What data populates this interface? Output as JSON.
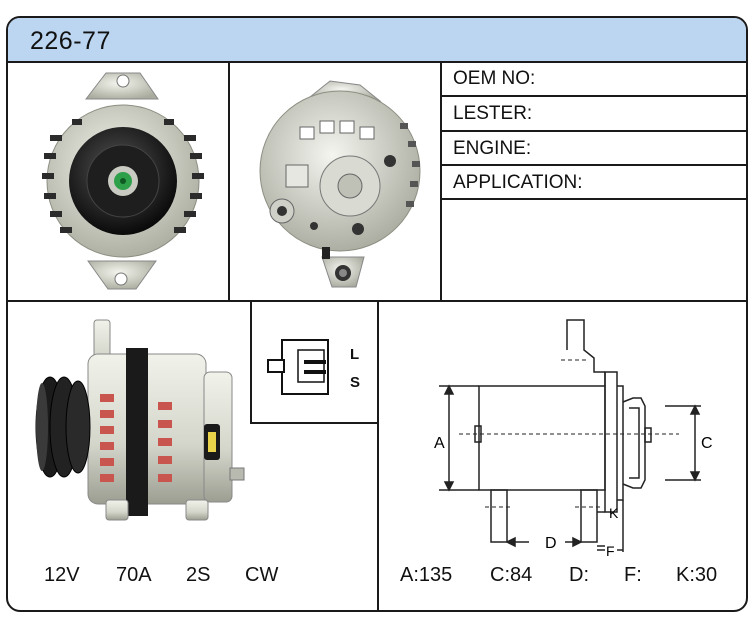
{
  "header": {
    "model": "226-77"
  },
  "info_fields": [
    {
      "label": "OEM NO:"
    },
    {
      "label": "LESTER:"
    },
    {
      "label": "ENGINE:"
    },
    {
      "label": "APPLICATION:"
    }
  ],
  "specs": {
    "voltage": "12V",
    "amperage": "70A",
    "plug": "2S",
    "rotation": "CW"
  },
  "connector": {
    "terminal_top": "L",
    "terminal_bottom": "S"
  },
  "dimension_labels": {
    "a": "A",
    "c": "C",
    "d": "D",
    "f": "F",
    "k": "K"
  },
  "dimensions": {
    "a": "A:135",
    "c": "C:84",
    "d": "D:",
    "f": "F:",
    "k": "K:30"
  },
  "colors": {
    "header": "#bcd6f1",
    "border": "#1a1a1a",
    "hub": "#2fa04a"
  }
}
